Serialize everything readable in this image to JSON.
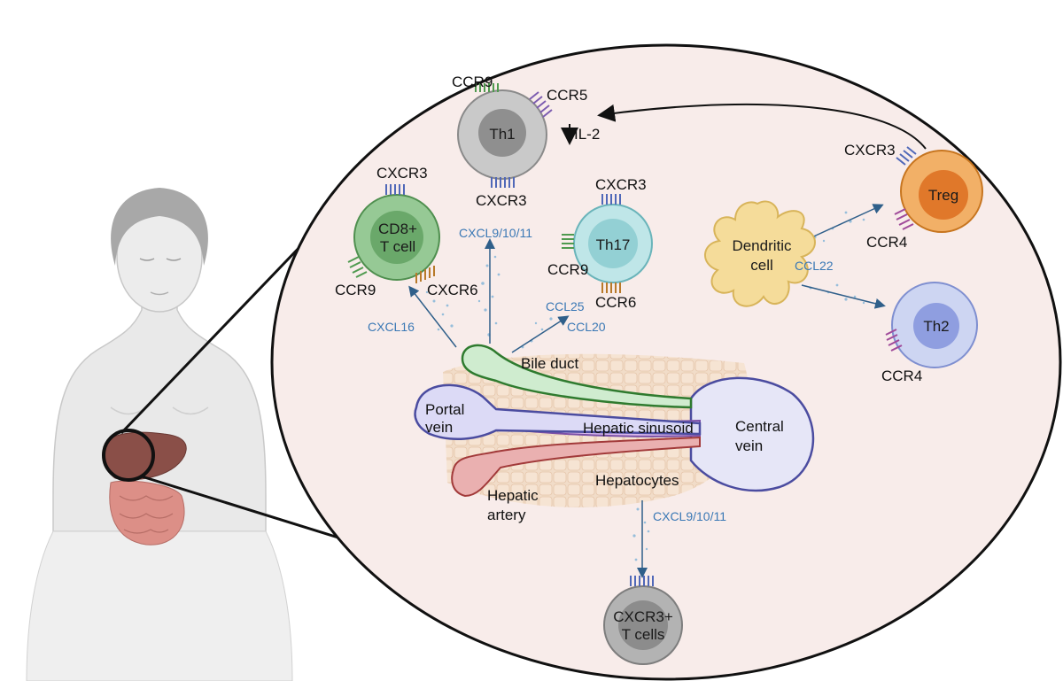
{
  "cells": {
    "th1": "Th1",
    "cd8_line1": "CD8+",
    "cd8_line2": "T cell",
    "th17": "Th17",
    "treg": "Treg",
    "th2": "Th2",
    "dendritic_line1": "Dendritic",
    "dendritic_line2": "cell",
    "cxcr3t_line1": "CXCR3+",
    "cxcr3t_line2": "T cells"
  },
  "receptors": {
    "th1_ccr9": "CCR9",
    "th1_ccr5": "CCR5",
    "th1_cxcr3": "CXCR3",
    "cd8_cxcr3": "CXCR3",
    "cd8_ccr9": "CCR9",
    "cd8_cxcr6": "CXCR6",
    "th17_cxcr3": "CXCR3",
    "th17_ccr9": "CCR9",
    "th17_ccr6": "CCR6",
    "treg_cxcr3": "CXCR3",
    "treg_ccr4": "CCR4",
    "th2_ccr4": "CCR4"
  },
  "chemokines": {
    "il2": "IL-2",
    "cxcl9_top": "CXCL9/10/11",
    "cxcl16": "CXCL16",
    "ccl25": "CCL25",
    "ccl20": "CCL20",
    "ccl22": "CCL22",
    "cxcl9_bottom": "CXCL9/10/11"
  },
  "structures": {
    "bile_duct": "Bile duct",
    "portal_line1": "Portal",
    "portal_line2": "vein",
    "sinusoid": "Hepatic sinusoid",
    "central_line1": "Central",
    "central_line2": "vein",
    "artery_line1": "Hepatic",
    "artery_line2": "artery",
    "hepatocytes": "Hepatocytes"
  },
  "colors": {
    "circle_bg": "#f8ecea",
    "chemokine_text": "#3a78b5",
    "th1": "#b9b9b9",
    "cd8": "#7fbf83",
    "th17": "#9ed8dc",
    "treg": "#ea9a3a",
    "th2": "#b8c4ea",
    "dendritic": "#f2d48a",
    "cxcr3t": "#a9a9a9",
    "portal": "#b9b8ec",
    "artery": "#e8a0a0",
    "bile": "#9fd59f",
    "sinusoid": "#cfa8e8"
  }
}
